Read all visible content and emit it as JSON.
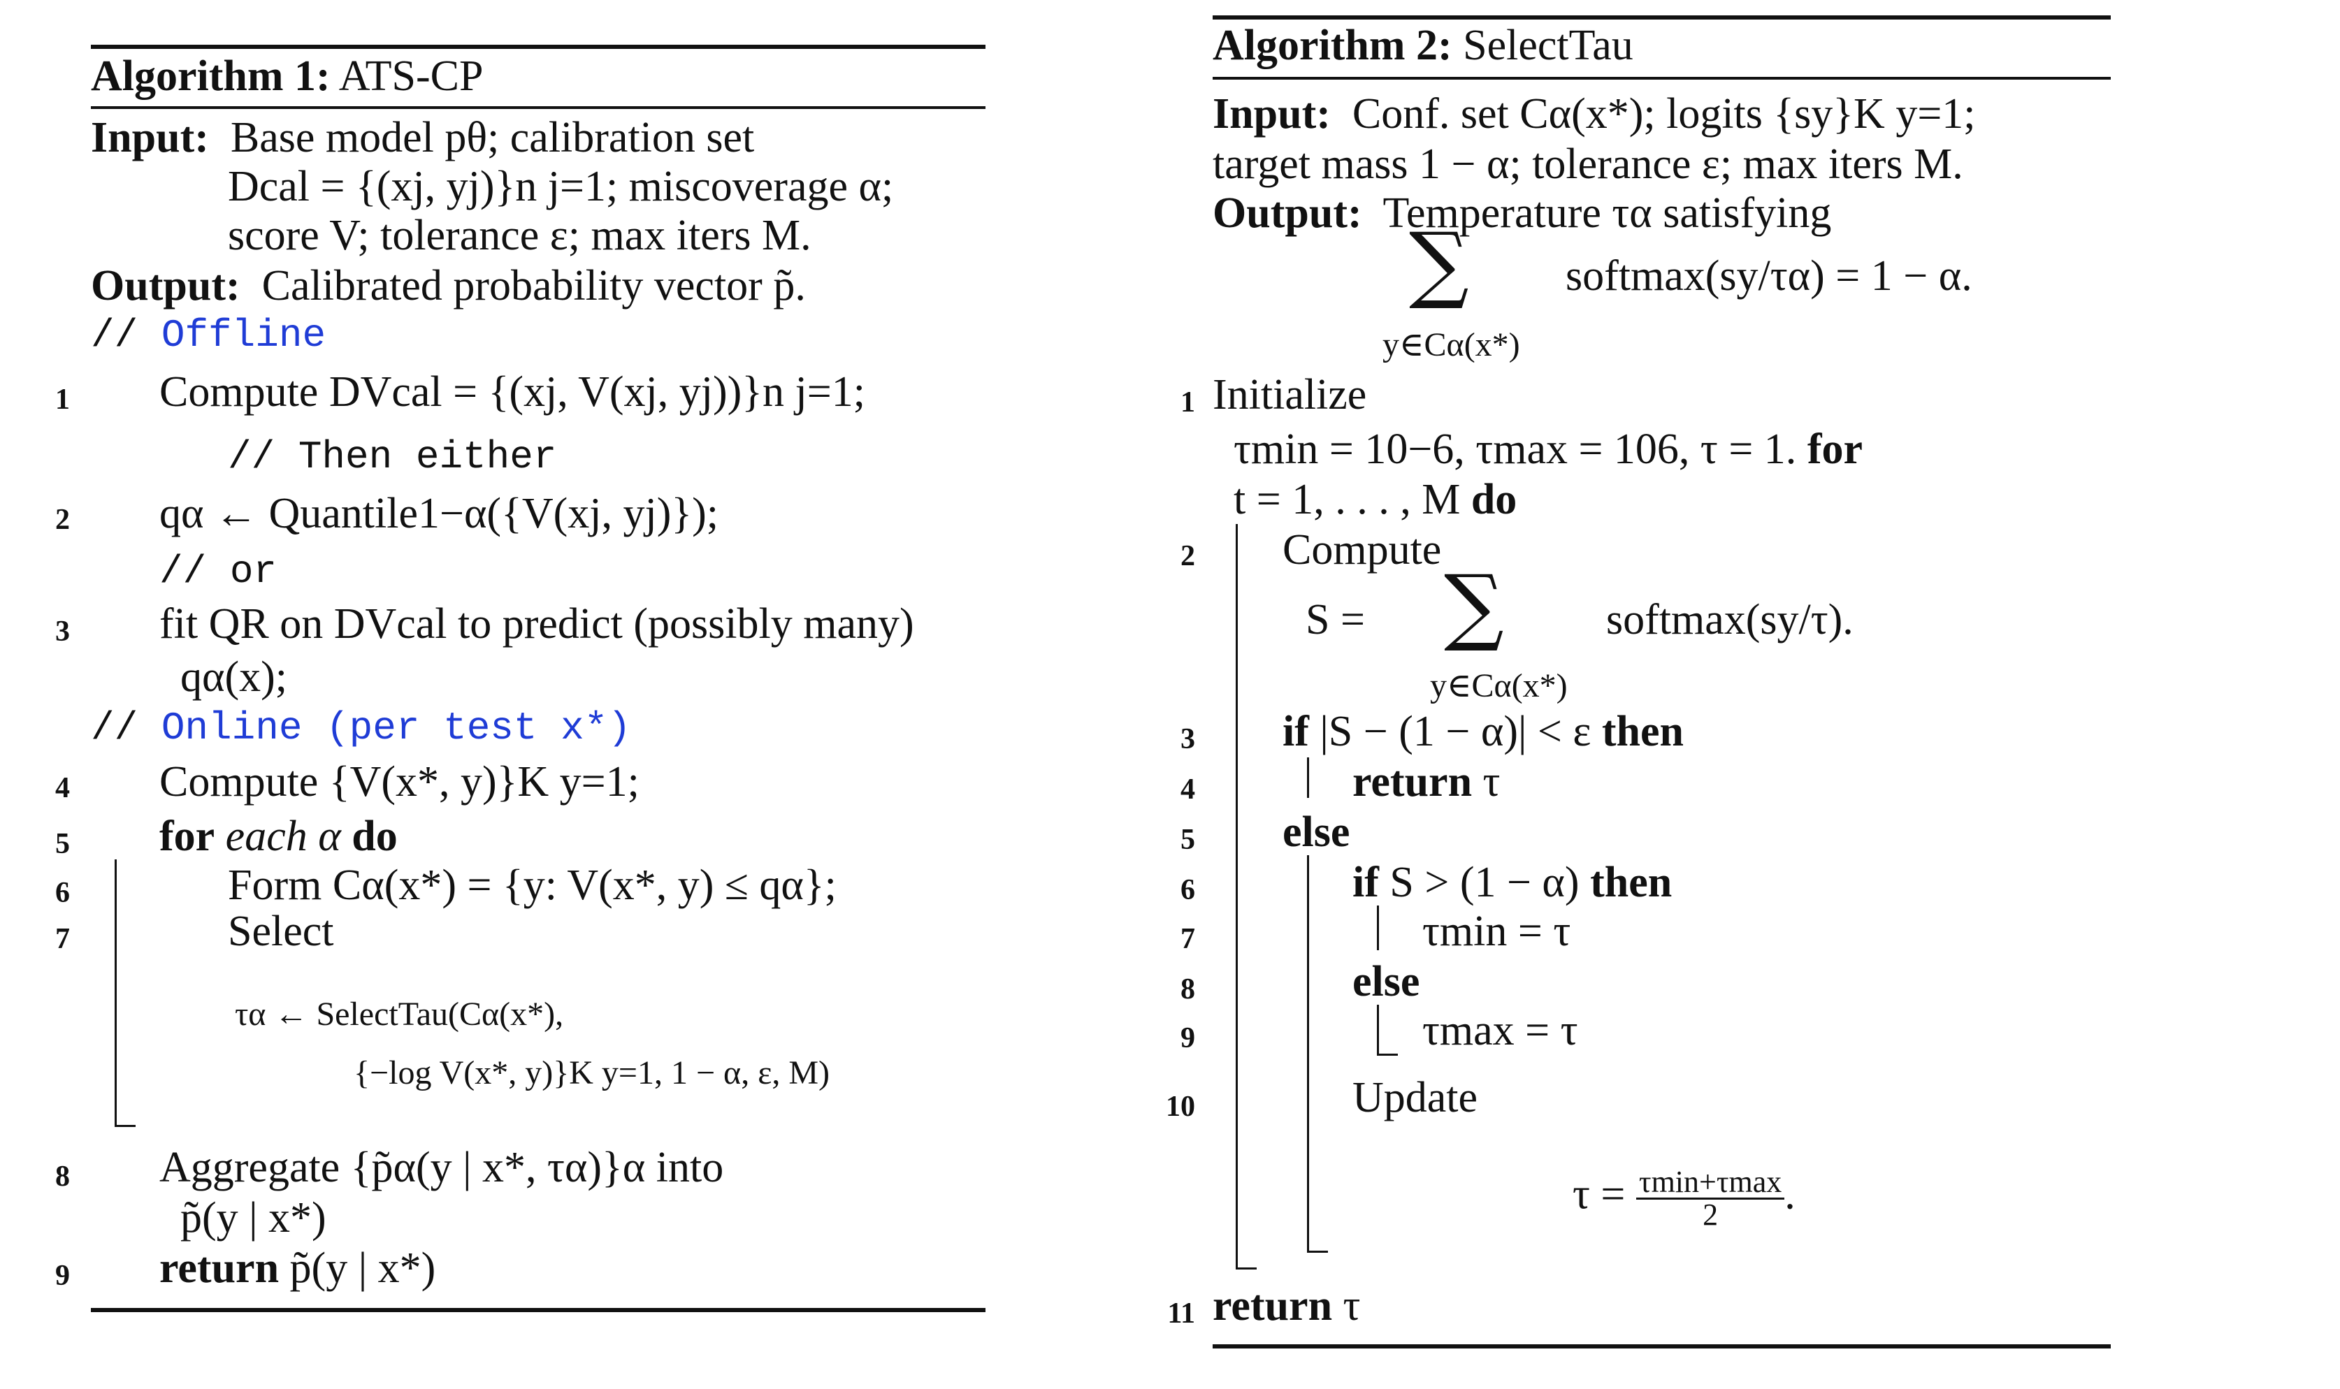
{
  "algo1": {
    "title_bold": "Algorithm 1:",
    "title_rest": " ATS-CP",
    "input_label": "Input:",
    "input_l1": "Base model pθ; calibration set",
    "input_l2": "Dcal = {(xj, yj)}n j=1; miscoverage α;",
    "input_l3": "score V; tolerance ε; max iters M.",
    "output_label": "Output:",
    "output_text": "Calibrated probability vector p̃.",
    "comment_offline_slashes": "//",
    "comment_offline": "Offline",
    "l1": "Compute DVcal = {(xj, V(xj, yj))}n j=1;",
    "comment_then": "// Then either",
    "l2": "qα ← Quantile1−α({V(xj, yj)});",
    "comment_or": "// or",
    "l3a": "fit QR on DVcal to predict (possibly many)",
    "l3b": "qα(x);",
    "comment_online_slashes": "//",
    "comment_online": "Online (per test x*)",
    "l4": "Compute {V(x*, y)}K y=1;",
    "l5_for": "for",
    "l5_each": "each α",
    "l5_do": "do",
    "l6": "Form Cα(x*) = {y: V(x*, y) ≤ qα};",
    "l7": "Select",
    "l7_eq1": "τα ← SelectTau(Cα(x*),",
    "l7_eq2": "{−log V(x*, y)}K y=1, 1 − α, ε, M)",
    "l8a": "Aggregate {p̃α(y | x*, τα)}α into",
    "l8b": "p̃(y | x*)",
    "l9_return": "return",
    "l9_rest": "p̃(y | x*)",
    "nums": [
      "1",
      "2",
      "3",
      "4",
      "5",
      "6",
      "7",
      "8",
      "9"
    ]
  },
  "algo2": {
    "title_bold": "Algorithm 2:",
    "title_rest": " SelectTau",
    "input_label": "Input:",
    "input_l1": "Conf. set Cα(x*); logits {sy}K y=1;",
    "input_l2": "target mass 1 − α; tolerance ε; max iters M.",
    "output_label": "Output:",
    "output_l1": "Temperature τα satisfying",
    "output_sum_body": "softmax(sy/τα) = 1 − α.",
    "output_sum_under": "y∈Cα(x*)",
    "l1": "Initialize",
    "l1b": "τmin = 10−6,   τmax = 106,   τ = 1.",
    "l1b_for": "for",
    "l1c": "t = 1, . . . , M",
    "l1c_do": "do",
    "l2": "Compute",
    "l2_eq": "S  =",
    "l2_body": "softmax(sy/τ).",
    "l2_under": "y∈Cα(x*)",
    "l3_if": "if",
    "l3_cond": "|S − (1 − α)| < ε",
    "l3_then": "then",
    "l4_return": "return",
    "l4_tau": "τ",
    "l5_else": "else",
    "l6_if": "if",
    "l6_cond": "S > (1 − α)",
    "l6_then": "then",
    "l7": "τmin = τ",
    "l8_else": "else",
    "l9": "τmax = τ",
    "l10": "Update",
    "l10_eq_left": "τ =",
    "l10_num": "τmin+τmax",
    "l10_den": "2",
    "l10_dot": ".",
    "l11_return": "return",
    "l11_tau": "τ",
    "nums": [
      "1",
      "2",
      "3",
      "4",
      "5",
      "6",
      "7",
      "8",
      "9",
      "10",
      "11"
    ]
  }
}
